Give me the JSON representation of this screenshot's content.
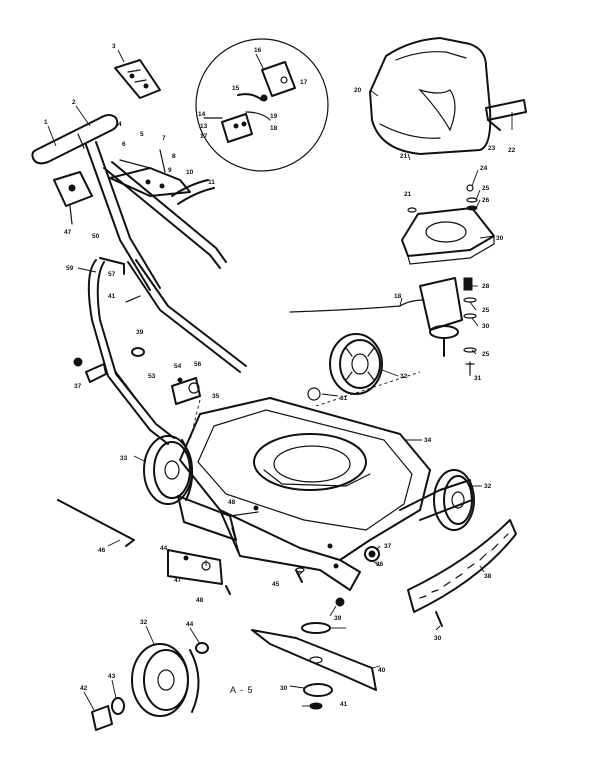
{
  "page": {
    "label": "A - 5"
  },
  "callouts": [
    {
      "id": "c3",
      "text": "3"
    },
    {
      "id": "c1",
      "text": "1"
    },
    {
      "id": "c2",
      "text": "2"
    },
    {
      "id": "c4",
      "text": "4"
    },
    {
      "id": "c5",
      "text": "5"
    },
    {
      "id": "c6",
      "text": "6"
    },
    {
      "id": "c7",
      "text": "7"
    },
    {
      "id": "c8",
      "text": "8"
    },
    {
      "id": "c9",
      "text": "9"
    },
    {
      "id": "c10",
      "text": "10"
    },
    {
      "id": "c11",
      "text": "11"
    },
    {
      "id": "c47a",
      "text": "47"
    },
    {
      "id": "c50",
      "text": "50"
    },
    {
      "id": "c16a",
      "text": "16"
    },
    {
      "id": "c15",
      "text": "15"
    },
    {
      "id": "c17a",
      "text": "17"
    },
    {
      "id": "c14",
      "text": "14"
    },
    {
      "id": "c13",
      "text": "13"
    },
    {
      "id": "c17b",
      "text": "17"
    },
    {
      "id": "c18",
      "text": "18"
    },
    {
      "id": "c19",
      "text": "19"
    },
    {
      "id": "c20",
      "text": "20"
    },
    {
      "id": "c21a",
      "text": "21"
    },
    {
      "id": "c22",
      "text": "22"
    },
    {
      "id": "c23",
      "text": "23"
    },
    {
      "id": "c24",
      "text": "24"
    },
    {
      "id": "c25a",
      "text": "25"
    },
    {
      "id": "c26a",
      "text": "26"
    },
    {
      "id": "c21b",
      "text": "21"
    },
    {
      "id": "c30a",
      "text": "30"
    },
    {
      "id": "c28",
      "text": "28"
    },
    {
      "id": "c18b",
      "text": "18"
    },
    {
      "id": "c25b",
      "text": "25"
    },
    {
      "id": "c30b",
      "text": "30"
    },
    {
      "id": "c25c",
      "text": "25"
    },
    {
      "id": "c31a",
      "text": "31"
    },
    {
      "id": "c59",
      "text": "59"
    },
    {
      "id": "c57",
      "text": "57"
    },
    {
      "id": "c41",
      "text": "41"
    },
    {
      "id": "c39",
      "text": "39"
    },
    {
      "id": "c37a",
      "text": "37"
    },
    {
      "id": "c54",
      "text": "54"
    },
    {
      "id": "c53",
      "text": "53"
    },
    {
      "id": "c56",
      "text": "56"
    },
    {
      "id": "c32a",
      "text": "32"
    },
    {
      "id": "c31b",
      "text": "31"
    },
    {
      "id": "c35",
      "text": "35"
    },
    {
      "id": "c34",
      "text": "34"
    },
    {
      "id": "c33",
      "text": "33"
    },
    {
      "id": "c32b",
      "text": "32"
    },
    {
      "id": "c46a",
      "text": "46"
    },
    {
      "id": "c48a",
      "text": "48"
    },
    {
      "id": "c44",
      "text": "44"
    },
    {
      "id": "c47b",
      "text": "47"
    },
    {
      "id": "c48b",
      "text": "48"
    },
    {
      "id": "c45",
      "text": "45"
    },
    {
      "id": "c39b",
      "text": "39"
    },
    {
      "id": "c37b",
      "text": "37"
    },
    {
      "id": "c36",
      "text": "36"
    },
    {
      "id": "c38",
      "text": "38"
    },
    {
      "id": "c30c",
      "text": "30"
    },
    {
      "id": "c32c",
      "text": "32"
    },
    {
      "id": "c44b",
      "text": "44"
    },
    {
      "id": "c42",
      "text": "42"
    },
    {
      "id": "c43",
      "text": "43"
    },
    {
      "id": "c30d",
      "text": "30"
    },
    {
      "id": "c41b",
      "text": "41"
    },
    {
      "id": "c40",
      "text": "40"
    }
  ]
}
